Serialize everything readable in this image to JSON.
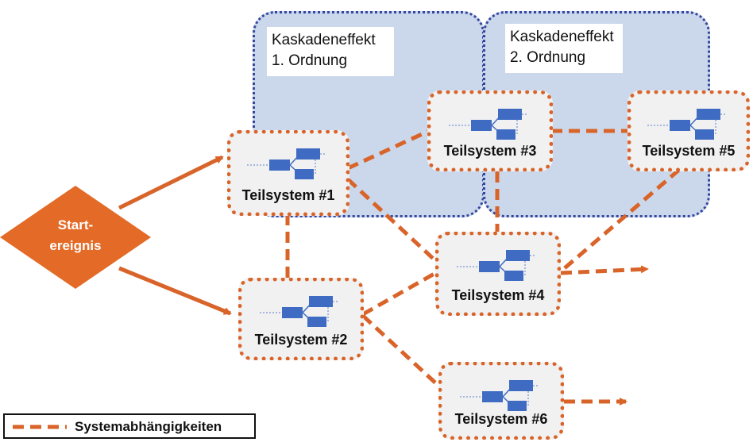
{
  "zones": [
    {
      "id": "zone1",
      "label_line1": "Kaskadeneffekt",
      "label_line2": "1. Ordnung"
    },
    {
      "id": "zone2",
      "label_line1": "Kaskadeneffekt",
      "label_line2": "2. Ordnung"
    }
  ],
  "start": {
    "line1": "Start-",
    "line2": "ereignis"
  },
  "nodes": [
    {
      "id": "n1",
      "label": "Teilsystem #1"
    },
    {
      "id": "n2",
      "label": "Teilsystem #2"
    },
    {
      "id": "n3",
      "label": "Teilsystem #3"
    },
    {
      "id": "n4",
      "label": "Teilsystem #4"
    },
    {
      "id": "n5",
      "label": "Teilsystem #5"
    },
    {
      "id": "n6",
      "label": "Teilsystem #6"
    }
  ],
  "legend": {
    "label": "Systemabhängigkeiten"
  },
  "colors": {
    "dependency": "#d9642a",
    "zone_fill": "#c9d6ea",
    "zone_border": "#2b3f9a",
    "icon_blue": "#3f6cc2"
  },
  "icon": "subsystem-block-icon"
}
